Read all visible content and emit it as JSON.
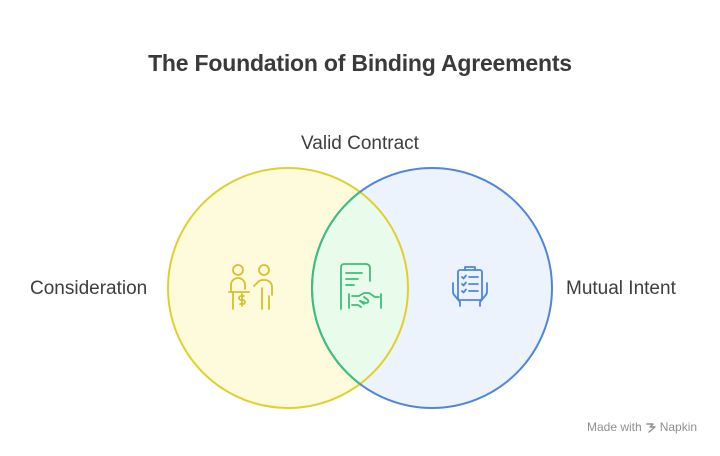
{
  "title": "The Foundation of Binding Agreements",
  "sets": [
    {
      "name": "Consideration",
      "icon": "people-exchanging-money-icon",
      "color": "#e2cf2e",
      "fill": "#fdfbdb"
    },
    {
      "name": "Mutual Intent",
      "icon": "clipboard-checklist-icon",
      "color": "#4f86dc",
      "fill": "#ecf3fd"
    }
  ],
  "intersection": {
    "name": "Valid Contract",
    "icon": "contract-handshake-icon",
    "color": "#3dbf76",
    "fill": "#e9fcec"
  },
  "watermark": {
    "prefix": "Made with",
    "brand": "Napkin"
  }
}
